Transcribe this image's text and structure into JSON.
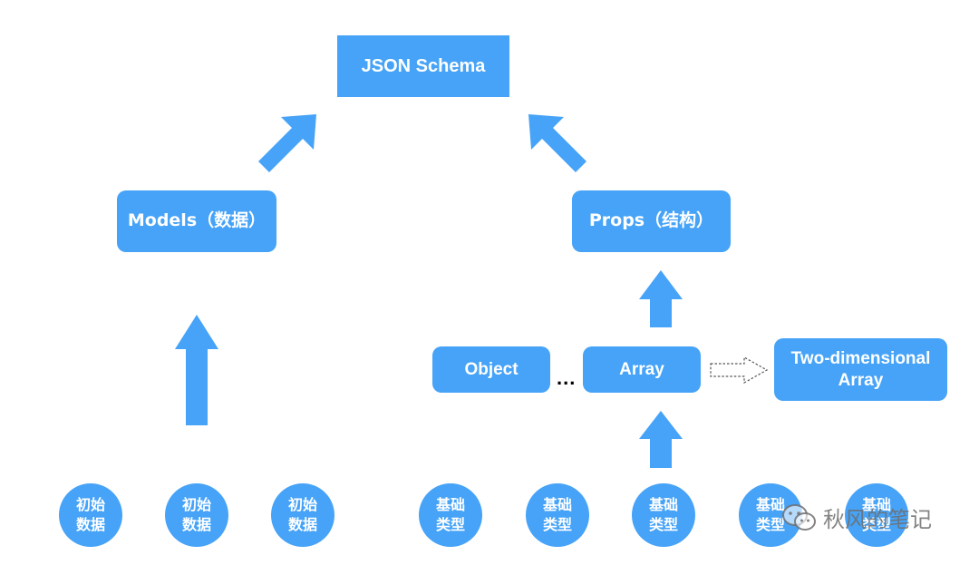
{
  "diagram": {
    "root": "JSON Schema",
    "models": "Models（数据）",
    "props": "Props（结构）",
    "object": "Object",
    "array": "Array",
    "ellipsis": "...",
    "two_dim_line1": "Two-dimensional",
    "two_dim_line2": "Array",
    "initial_data": [
      {
        "line1": "初始",
        "line2": "数据"
      },
      {
        "line1": "初始",
        "line2": "数据"
      },
      {
        "line1": "初始",
        "line2": "数据"
      }
    ],
    "basic_types": [
      {
        "line1": "基础",
        "line2": "类型"
      },
      {
        "line1": "基础",
        "line2": "类型"
      },
      {
        "line1": "基础",
        "line2": "类型"
      },
      {
        "line1": "基础",
        "line2": "类型"
      },
      {
        "line1": "基础",
        "line2": "类型"
      }
    ]
  },
  "watermark": {
    "text": "秋风的笔记",
    "icon": "wechat-icon"
  },
  "colors": {
    "node_fill": "#46a3f7",
    "node_text": "#ffffff",
    "dashed_arrow": "#555555",
    "background": "#ffffff"
  }
}
